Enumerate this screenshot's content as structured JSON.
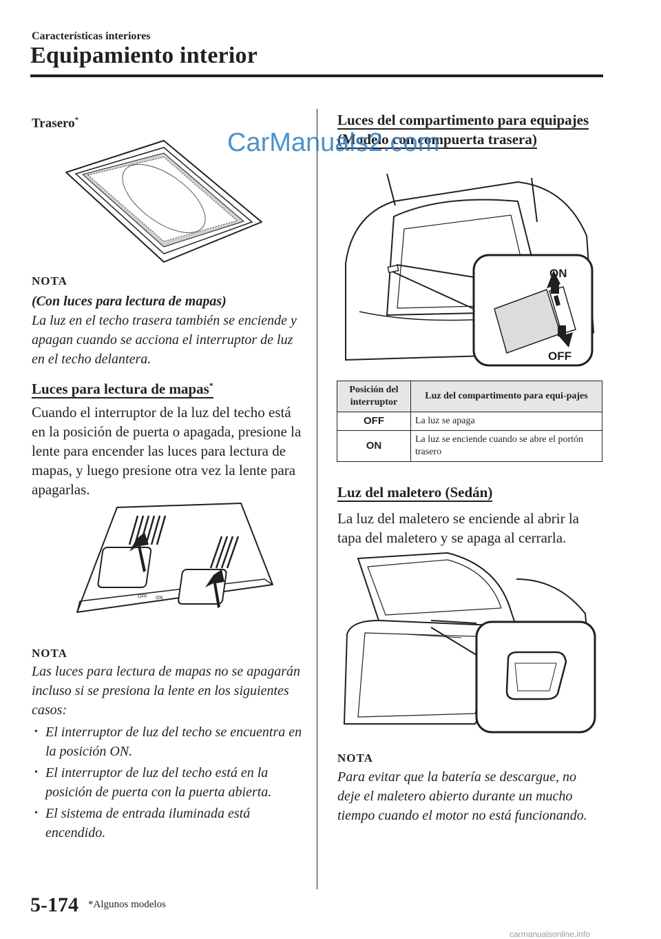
{
  "header": {
    "section": "Características interiores",
    "chapter_title": "Equipamiento interior"
  },
  "watermark": "CarManuals2.com",
  "left": {
    "rear_heading": "Trasero",
    "rear_heading_mark": "*",
    "note1": {
      "label": "NOTA",
      "subtitle": "(Con luces para lectura de mapas)",
      "text": "La luz en el techo trasera también se enciende y apagan cuando se acciona el interruptor de luz en el techo delantera."
    },
    "map_heading": "Luces para lectura de mapas",
    "map_heading_mark": "*",
    "map_text": "Cuando el interruptor de la luz del techo está en la posición de puerta o apagada, presione la lente para encender las luces para lectura de mapas, y luego presione otra vez la lente para apagarlas.",
    "note2": {
      "label": "NOTA",
      "text": "Las luces para lectura de mapas no se apagarán incluso si se presiona la lente en los siguientes casos:",
      "bullets": [
        "El interruptor de luz del techo se encuentra en la posición ON.",
        "El interruptor de luz del techo está en la posición de puerta con la puerta abierta.",
        "El sistema de entrada iluminada está encendido."
      ]
    },
    "map_switch_labels": [
      "OFF",
      "ON"
    ]
  },
  "right": {
    "cargo_heading": "Luces del compartimento para equipajes (Modelo con compuerta trasera)",
    "cargo_figure_labels": {
      "on": "ON",
      "off": "OFF"
    },
    "table": {
      "headers": [
        "Posición del interruptor",
        "Luz del compartimento para equi-pajes"
      ],
      "rows": [
        {
          "switch": "OFF",
          "desc": "La luz se apaga"
        },
        {
          "switch": "ON",
          "desc": "La luz se enciende cuando se abre el portón trasero"
        }
      ]
    },
    "trunk_heading": "Luz del maletero (Sedán)",
    "trunk_text": "La luz del maletero se enciende al abrir la tapa del maletero y se apaga al cerrarla.",
    "note3": {
      "label": "NOTA",
      "text": "Para evitar que la batería se descargue, no deje el maletero abierto durante un mucho tiempo cuando el motor no está funcionando."
    }
  },
  "footer": {
    "page_number": "5-174",
    "footnote": "*Algunos modelos",
    "site": "carmanualsonline.info"
  }
}
